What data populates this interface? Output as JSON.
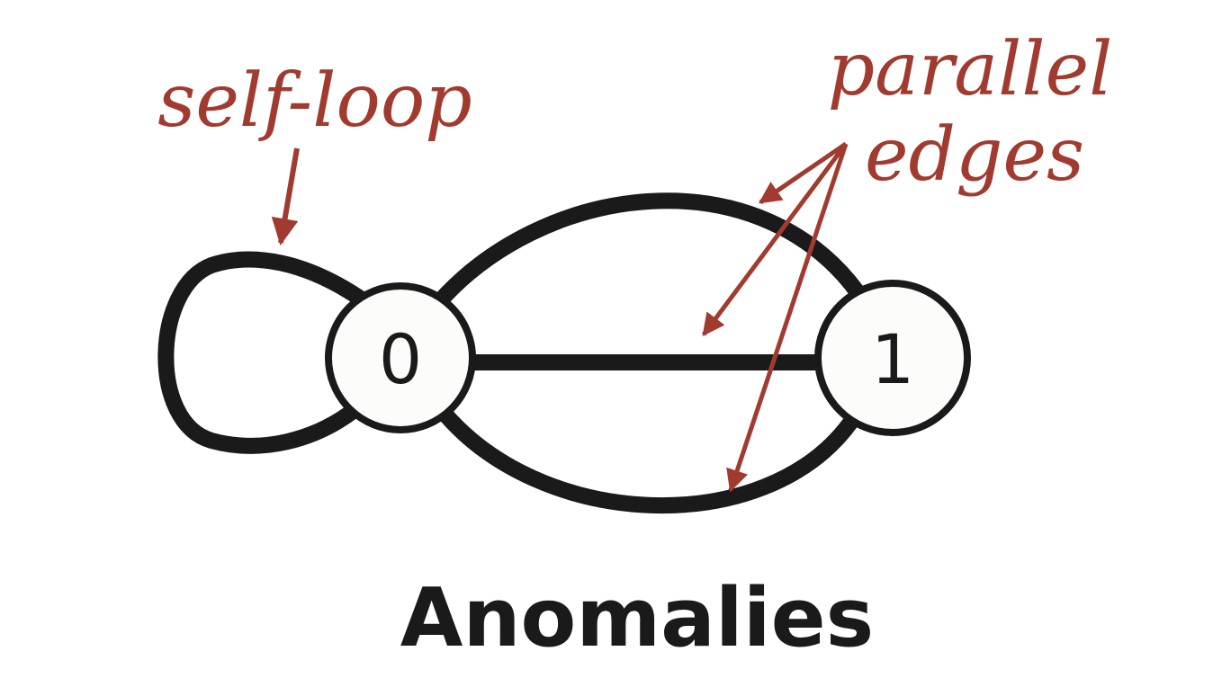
{
  "diagram": {
    "nodes": [
      {
        "id": "node-0",
        "label": "0"
      },
      {
        "id": "node-1",
        "label": "1"
      }
    ],
    "edges": [
      {
        "id": "self-loop-edge",
        "from": "0",
        "to": "0"
      },
      {
        "id": "upper-parallel-edge",
        "from": "0",
        "to": "1"
      },
      {
        "id": "middle-parallel-edge",
        "from": "0",
        "to": "1"
      },
      {
        "id": "lower-parallel-edge",
        "from": "0",
        "to": "1"
      }
    ],
    "annotations": {
      "self_loop": "self-loop",
      "parallel_line1": "parallel",
      "parallel_line2": "edges"
    },
    "caption": "Anomalies",
    "colors": {
      "annotation": "#a13b2f",
      "edge": "#1a1a1a",
      "node_fill": "#fcfcfa"
    }
  }
}
